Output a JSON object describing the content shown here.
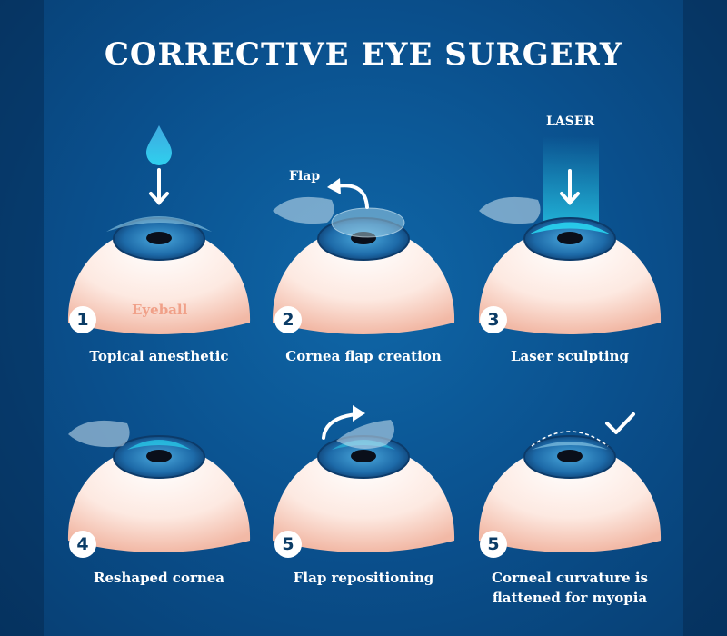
{
  "title": "CORRECTIVE EYE SURGERY",
  "colors": {
    "background": "#0a4f8c",
    "eyeball": "#fbe3da",
    "iris": "#1f6fae",
    "cornea": "#9fd8f0",
    "laser": "#29d3ee",
    "eyeball_label": "#f0a088"
  },
  "annotations": {
    "eyeball": "Eyeball",
    "flap": "Flap",
    "laser": "LASER"
  },
  "steps": [
    {
      "number": "1",
      "label": "Topical anesthetic",
      "icon": "drop-icon"
    },
    {
      "number": "2",
      "label": "Cornea flap creation",
      "icon": "curved-arrow-icon"
    },
    {
      "number": "3",
      "label": "Laser sculpting",
      "icon": "laser-beam-icon"
    },
    {
      "number": "4",
      "label": "Reshaped cornea",
      "icon": "flap-icon"
    },
    {
      "number": "5",
      "label": "Flap repositioning",
      "icon": "curved-arrow-icon"
    },
    {
      "number": "5",
      "label": "Corneal curvature is flattened for myopia",
      "icon": "checkmark-icon"
    }
  ]
}
